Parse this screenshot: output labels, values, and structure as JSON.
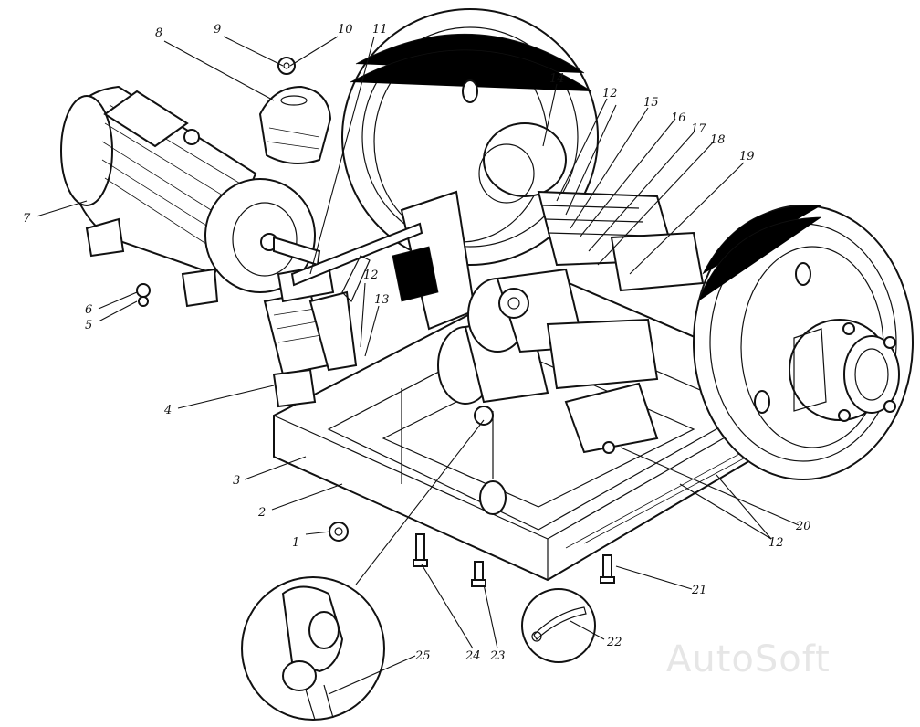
{
  "watermark": "AutoSoft",
  "callouts": [
    {
      "id": "1",
      "text": "1"
    },
    {
      "id": "2",
      "text": "2"
    },
    {
      "id": "3",
      "text": "3"
    },
    {
      "id": "4",
      "text": "4"
    },
    {
      "id": "5",
      "text": "5"
    },
    {
      "id": "6",
      "text": "6"
    },
    {
      "id": "7",
      "text": "7"
    },
    {
      "id": "8",
      "text": "8"
    },
    {
      "id": "9",
      "text": "9"
    },
    {
      "id": "10",
      "text": "10"
    },
    {
      "id": "11",
      "text": "11"
    },
    {
      "id": "12a",
      "text": "12"
    },
    {
      "id": "12b",
      "text": "12"
    },
    {
      "id": "12c",
      "text": "12"
    },
    {
      "id": "13",
      "text": "13"
    },
    {
      "id": "14",
      "text": "14"
    },
    {
      "id": "15",
      "text": "15"
    },
    {
      "id": "16",
      "text": "16"
    },
    {
      "id": "17",
      "text": "17"
    },
    {
      "id": "18",
      "text": "18"
    },
    {
      "id": "19",
      "text": "19"
    },
    {
      "id": "20",
      "text": "20"
    },
    {
      "id": "21",
      "text": "21"
    },
    {
      "id": "22",
      "text": "22"
    },
    {
      "id": "23",
      "text": "23"
    },
    {
      "id": "24",
      "text": "24"
    },
    {
      "id": "25",
      "text": "25"
    }
  ],
  "colors": {
    "ink": "#111111",
    "paper": "#ffffff",
    "watermark": "#e6e6e6"
  }
}
